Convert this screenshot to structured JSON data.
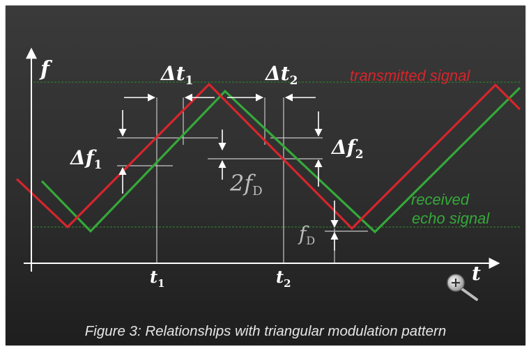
{
  "axes": {
    "y_label": "f",
    "x_label": "t",
    "x_ticks": [
      {
        "main": "t",
        "sub": "1"
      },
      {
        "main": "t",
        "sub": "2"
      }
    ]
  },
  "annotations": {
    "delta_t1": {
      "main": "Δt",
      "sub": "1"
    },
    "delta_t2": {
      "main": "Δt",
      "sub": "2"
    },
    "delta_f1": {
      "main": "Δf",
      "sub": "1"
    },
    "delta_f2": {
      "main": "Δf",
      "sub": "2"
    },
    "two_fd": {
      "main": "2f",
      "sub": "D"
    },
    "fd": {
      "main": "f",
      "sub": "D"
    }
  },
  "signals": {
    "transmitted": {
      "label": "transmitted signal",
      "color": "#d6252c"
    },
    "received": {
      "label_line1": "received",
      "label_line2": "echo signal",
      "color": "#35a93a"
    }
  },
  "guide_color": "#2f7a2f",
  "caption": "Figure 3: Relationships with triangular modulation pattern",
  "zoom_icon": "magnifier-plus-icon"
}
